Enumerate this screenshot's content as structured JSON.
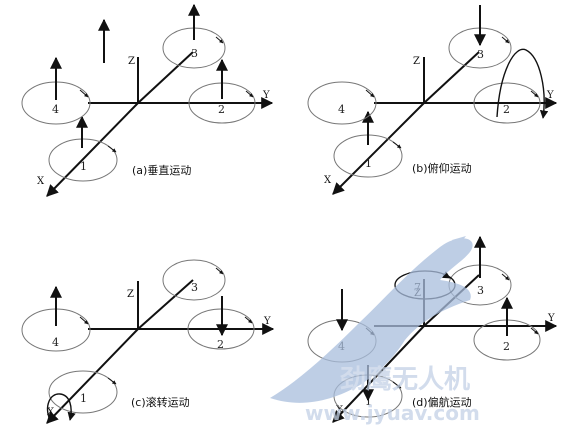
{
  "axes": {
    "x": "X",
    "y": "Y",
    "z": "Z"
  },
  "rotors": [
    "1",
    "2",
    "3",
    "4"
  ],
  "panels": [
    {
      "id": "a",
      "caption": "(a)垂直运动"
    },
    {
      "id": "b",
      "caption": "(b)俯仰运动"
    },
    {
      "id": "c",
      "caption": "(c)滚转运动"
    },
    {
      "id": "d",
      "caption": "(d)偏航运动"
    }
  ],
  "watermark": {
    "name": "劲鹰无人机",
    "url": "www.jyuav.com"
  },
  "colors": {
    "line": "#111111",
    "ellipse": "#777777",
    "watermark": "#a9bedd"
  }
}
